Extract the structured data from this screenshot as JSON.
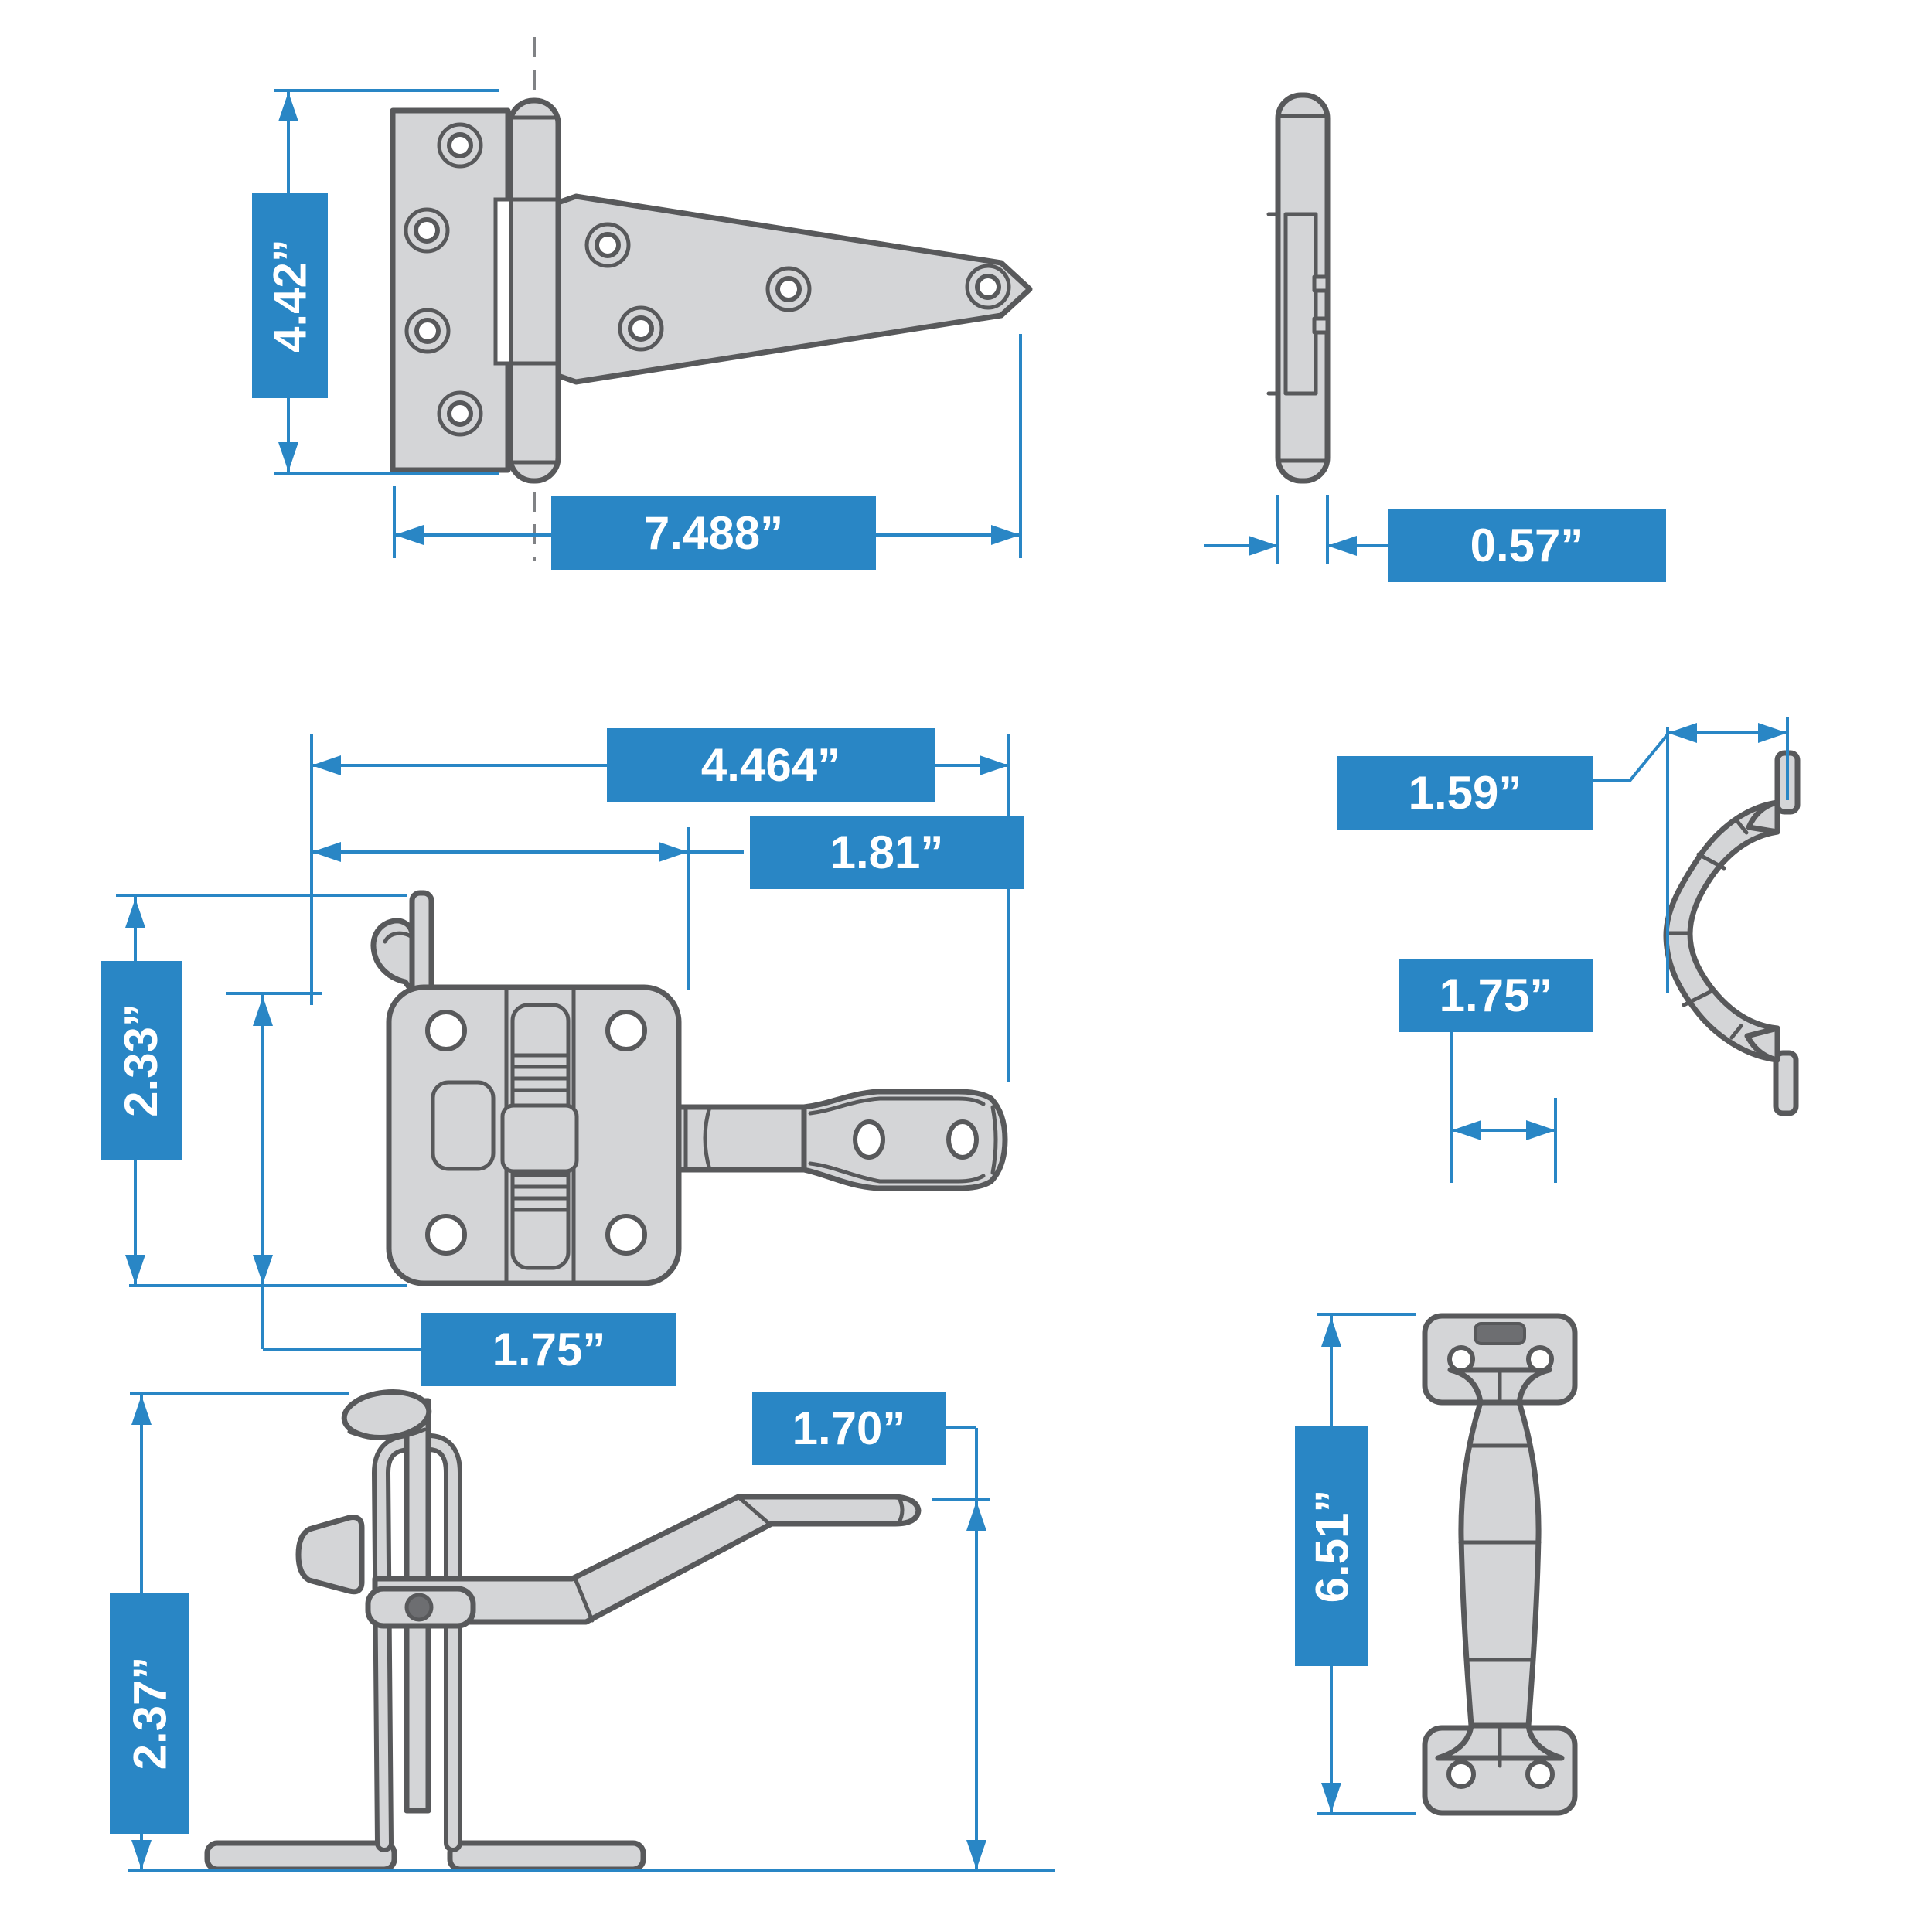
{
  "title": "Gate hardware kit dimension diagram",
  "colors": {
    "accent_blue": "#2986c5",
    "outline_gray": "#58595b",
    "part_fill_gray": "#d4d5d7",
    "background": "#ffffff",
    "label_text": "#ffffff"
  },
  "views": {
    "t_hinge_front": "T-hinge front view",
    "t_hinge_side": "T-hinge side view",
    "latch_front": "gate latch front view",
    "latch_side": "gate latch side view",
    "handle_front": "pull handle front view",
    "handle_side": "pull handle side profile"
  },
  "labels": {
    "hinge_height": "4.42”",
    "hinge_length": "7.488”",
    "hinge_thickness": "0.57”",
    "latch_width": "4.464”",
    "latch_reach": "1.81”",
    "latch_height": "2.33”",
    "latch_plate_height": "1.75”",
    "latch_arm_height": "1.70”",
    "latch_side_height": "2.37”",
    "handle_projection": "1.59”",
    "handle_plate_width": "1.75”",
    "handle_length": "6.51”"
  }
}
